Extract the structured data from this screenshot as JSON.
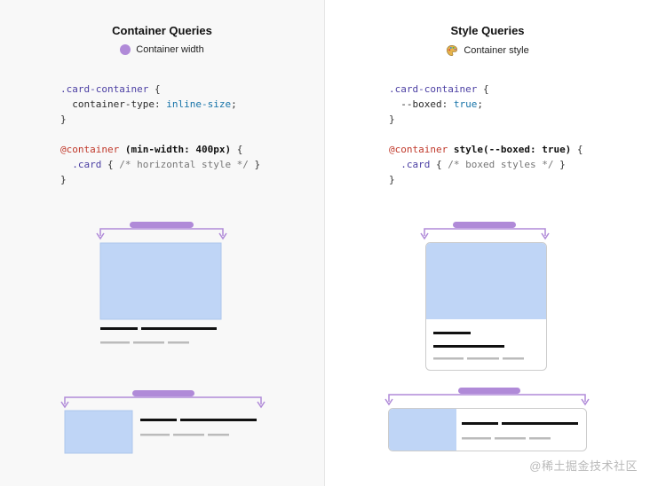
{
  "left": {
    "title": "Container Queries",
    "legend": {
      "label": "Container width",
      "color": "#b08ad8"
    },
    "code": {
      "line1_selector": ".card-container",
      "line1_brace": " {",
      "line2_prop": "  container-type",
      "line2_colon": ": ",
      "line2_value": "inline-size",
      "line2_semi": ";",
      "line3": "}",
      "line5_kw": "@container",
      "line5_cond": " (min-width: 400px)",
      "line5_brace": " {",
      "line6_selector": "  .card",
      "line6_open": " { ",
      "line6_comment": "/* horizontal style */",
      "line6_close": " }",
      "line7": "}"
    }
  },
  "right": {
    "title": "Style Queries",
    "legend": {
      "label": "Container style",
      "icon": "palette-icon"
    },
    "code": {
      "line1_selector": ".card-container",
      "line1_brace": " {",
      "line2_prop": "  --boxed",
      "line2_colon": ": ",
      "line2_value": "true",
      "line2_semi": ";",
      "line3": "}",
      "line5_kw": "@container",
      "line5_cond": " style(--boxed: true)",
      "line5_brace": " {",
      "line6_selector": "  .card",
      "line6_open": " { ",
      "line6_comment": "/* boxed styles */",
      "line6_close": " }",
      "line7": "}"
    }
  },
  "colors": {
    "accent": "#b08ad8",
    "image_fill": "#bfd5f6",
    "text_bar": "#111111",
    "meta_bar": "#bbbbbb",
    "card_border": "#cccccc"
  },
  "watermark": "@稀土掘金技术社区"
}
